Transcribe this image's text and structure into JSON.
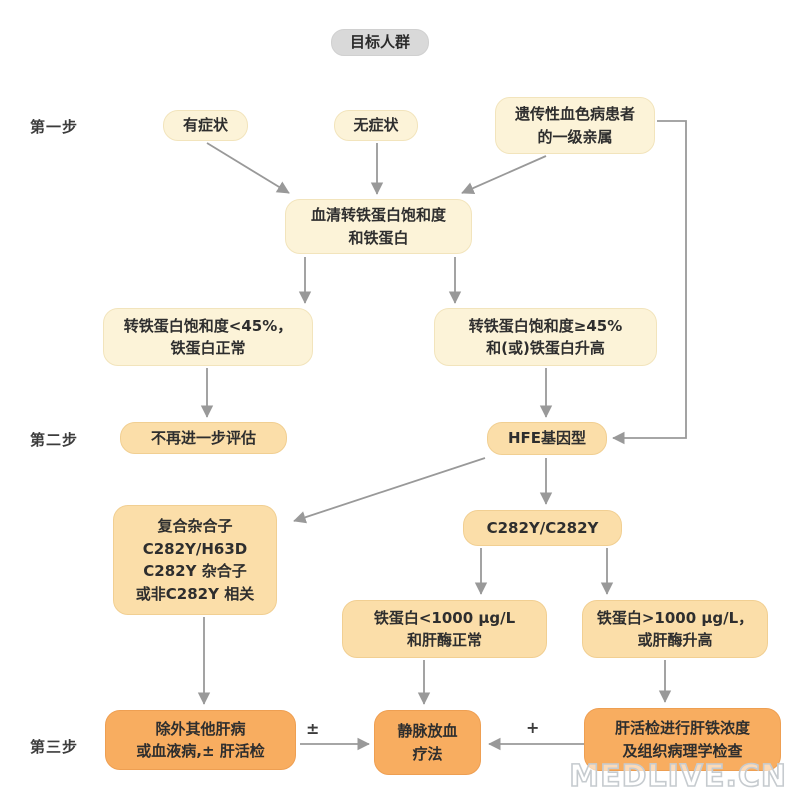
{
  "title_badge": "目标人群",
  "step_labels": {
    "step1": "第一步",
    "step2": "第二步",
    "step3": "第三步"
  },
  "nodes": {
    "symptomatic": "有症状",
    "asymptomatic": "无症状",
    "relatives": "遗传性血色病患者\n的一级亲属",
    "serum": "血清转铁蛋白饱和度\n和铁蛋白",
    "sat_low": "转铁蛋白饱和度<45%，\n铁蛋白正常",
    "sat_high": "转铁蛋白饱和度≥45%\n和(或)铁蛋白升高",
    "no_eval": "不再进一步评估",
    "hfe": "HFE基因型",
    "compound": "复合杂合子\nC282Y/H63D\nC282Y 杂合子\n或非C282Y 相关",
    "c282y_homozygote": "C282Y/C282Y",
    "ferritin_low": "铁蛋白<1000 μg/L\n和肝酶正常",
    "ferritin_high": "铁蛋白>1000 μg/L，\n或肝酶升高",
    "exclude": "除外其他肝病\n或血液病,± 肝活检",
    "phlebotomy": "静脉放血\n疗法",
    "biopsy": "肝活检进行肝铁浓度\n及组织病理学检查"
  },
  "edge_labels": {
    "exclude_to_phlebotomy": "±",
    "biopsy_to_phlebotomy": "+"
  },
  "watermark": "MEDLIVE.CN",
  "colors": {
    "box_cream": "#FCF3D8",
    "box_orange_light": "#FBDEA9",
    "box_orange_dark": "#F8AD60",
    "box_gray": "#D9D9D9",
    "arrow_gray": "#999999",
    "text": "#2e2e2e"
  }
}
